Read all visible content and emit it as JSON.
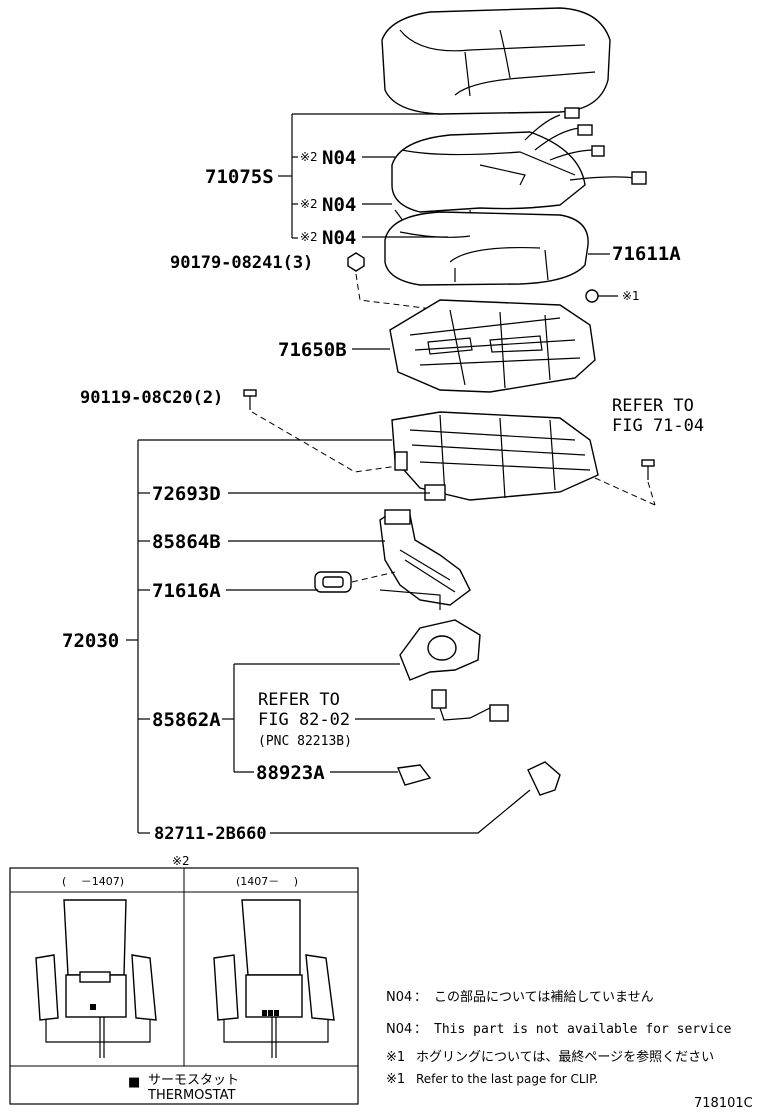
{
  "labels": {
    "cover_assy": "71075S",
    "n04_1": "N04",
    "n04_2": "N04",
    "n04_3": "N04",
    "mark2": "※2",
    "bolt_nut": "90179-08241(3)",
    "pad": "71611A",
    "clip_mark": "※1",
    "frame": "71650B",
    "bolt2": "90119-08C20(2)",
    "refer_a": "REFER TO",
    "fig_a": "FIG 71-04",
    "p72693": "72693D",
    "p85864": "85864B",
    "p71616": "71616A",
    "p72030": "72030",
    "refer_b": "REFER TO",
    "fig_b": "FIG 82-02",
    "pnc_b": "(PNC 82213B)",
    "p85862": "85862A",
    "p88923": "88923A",
    "p82711": "82711-2B660"
  },
  "inset": {
    "mark": "※2",
    "left_header": "(　 －1407)",
    "right_header": "(1407－　 )"
  },
  "notes": [
    {
      "key": "N04",
      "sep": "：",
      "text": "この部品については補給していません"
    },
    {
      "key": "N04",
      "sep": "：",
      "text": "This part is not available for service"
    },
    {
      "key": "※1",
      "sep": "",
      "text": "ホグリングについては、最終ページを参照ください"
    },
    {
      "key": "※1",
      "sep": "",
      "text": "Refer to the last page for CLIP."
    }
  ],
  "legend": {
    "symbol": "■",
    "jp": "サーモスタット",
    "en": "THERMOSTAT"
  },
  "figure_id": "718101C"
}
